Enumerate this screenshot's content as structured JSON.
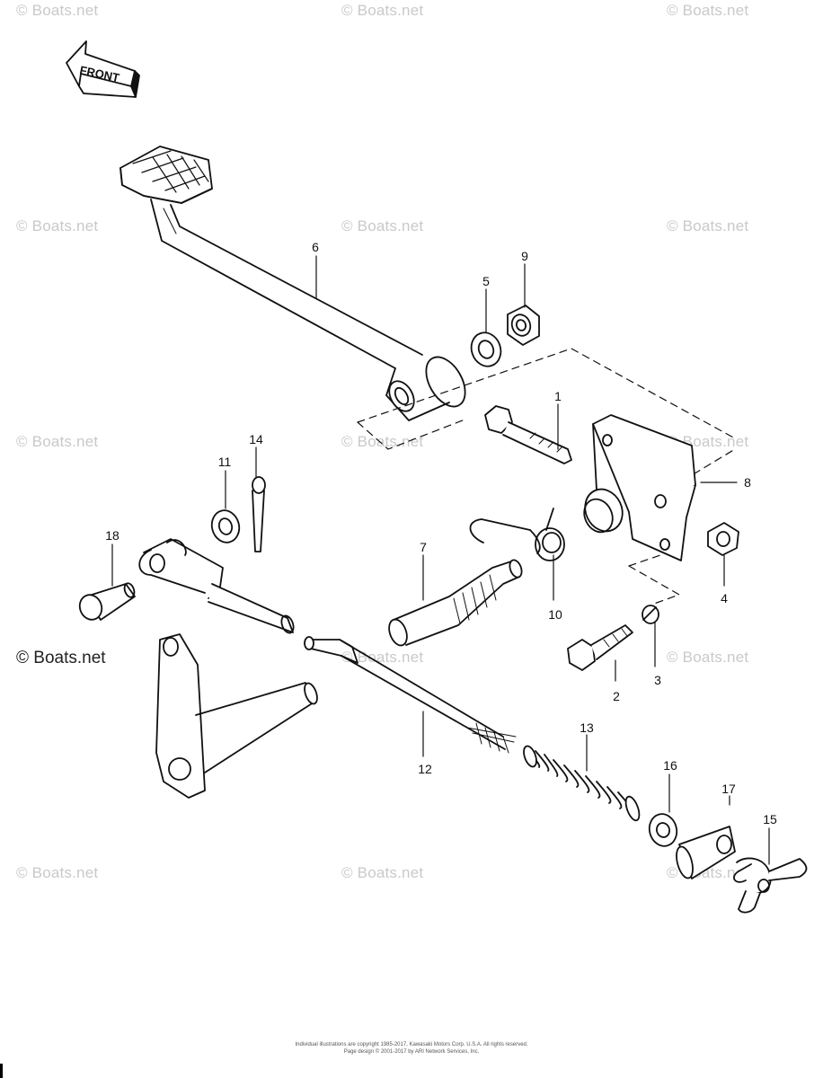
{
  "watermark": {
    "text": "© Boats.net",
    "emphasized_text": "© Boats.net"
  },
  "front_arrow": {
    "label": "FRONT"
  },
  "callouts": [
    "1",
    "2",
    "3",
    "4",
    "5",
    "6",
    "7",
    "8",
    "9",
    "10",
    "11",
    "12",
    "13",
    "14",
    "15",
    "16",
    "17",
    "18"
  ],
  "copyright": {
    "line1": "Individual illustrations are copyright 1985-2017, Kawasaki Motors Corp. U.S.A. All rights reserved.",
    "line2": "Page design © 2001-2017 by ARI Network Services, Inc."
  }
}
